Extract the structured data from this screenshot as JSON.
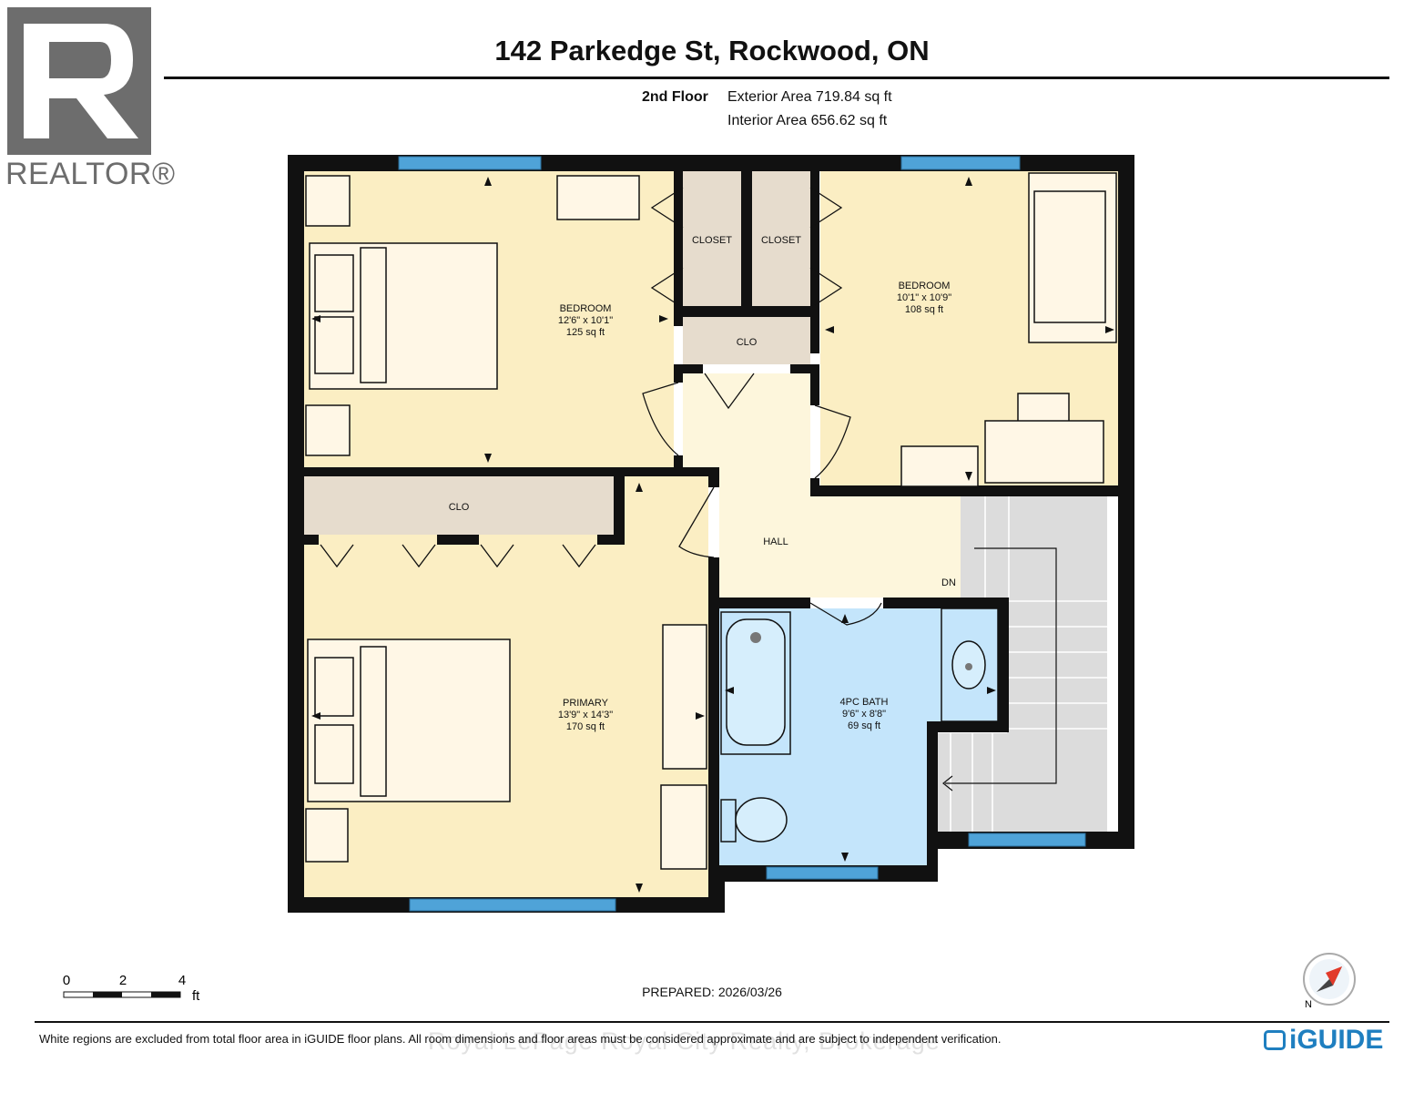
{
  "header": {
    "title": "142 Parkedge St, Rockwood, ON",
    "floor": "2nd Floor",
    "exterior_area": "Exterior Area 719.84 sq ft",
    "interior_area": "Interior Area 656.62 sq ft"
  },
  "logo": {
    "name": "REALTOR®",
    "icon": "realtor-r-logo"
  },
  "rooms": {
    "bedroom1": {
      "name": "BEDROOM",
      "dims": "12'6\" x 10'1\"",
      "area": "125 sq ft"
    },
    "bedroom2": {
      "name": "BEDROOM",
      "dims": "10'1\" x 10'9\"",
      "area": "108 sq ft"
    },
    "primary": {
      "name": "PRIMARY",
      "dims": "13'9\" x 14'3\"",
      "area": "170 sq ft"
    },
    "bath": {
      "name": "4PC BATH",
      "dims": "9'6\" x 8'8\"",
      "area": "69 sq ft"
    },
    "closet1": "CLOSET",
    "closet2": "CLOSET",
    "clo_top": "CLO",
    "clo_primary": "CLO",
    "hall": "HALL",
    "stairs_down": "DN"
  },
  "scale": {
    "ticks": [
      "0",
      "2",
      "4"
    ],
    "unit": "ft"
  },
  "compass": {
    "label": "N",
    "icon": "compass-icon"
  },
  "footer": {
    "prepared": "PREPARED: 2026/03/26",
    "disclaimer": "White regions are excluded from total floor area in iGUIDE floor plans. All room dimensions and floor areas must be considered approximate and are subject to independent verification.",
    "watermark": "Royal LePage Royal City Realty, Brokerage",
    "brand": "iGUIDE"
  },
  "colors": {
    "room_fill": "#fbeec3",
    "closet_fill": "#e6dccd",
    "bath_fill": "#c4e5fb",
    "stairs_fill": "#dcdcdc",
    "hall_fill": "#fdf6dc",
    "wall": "#111111",
    "window": "#4fa3d8",
    "brand": "#1f7fc0"
  }
}
